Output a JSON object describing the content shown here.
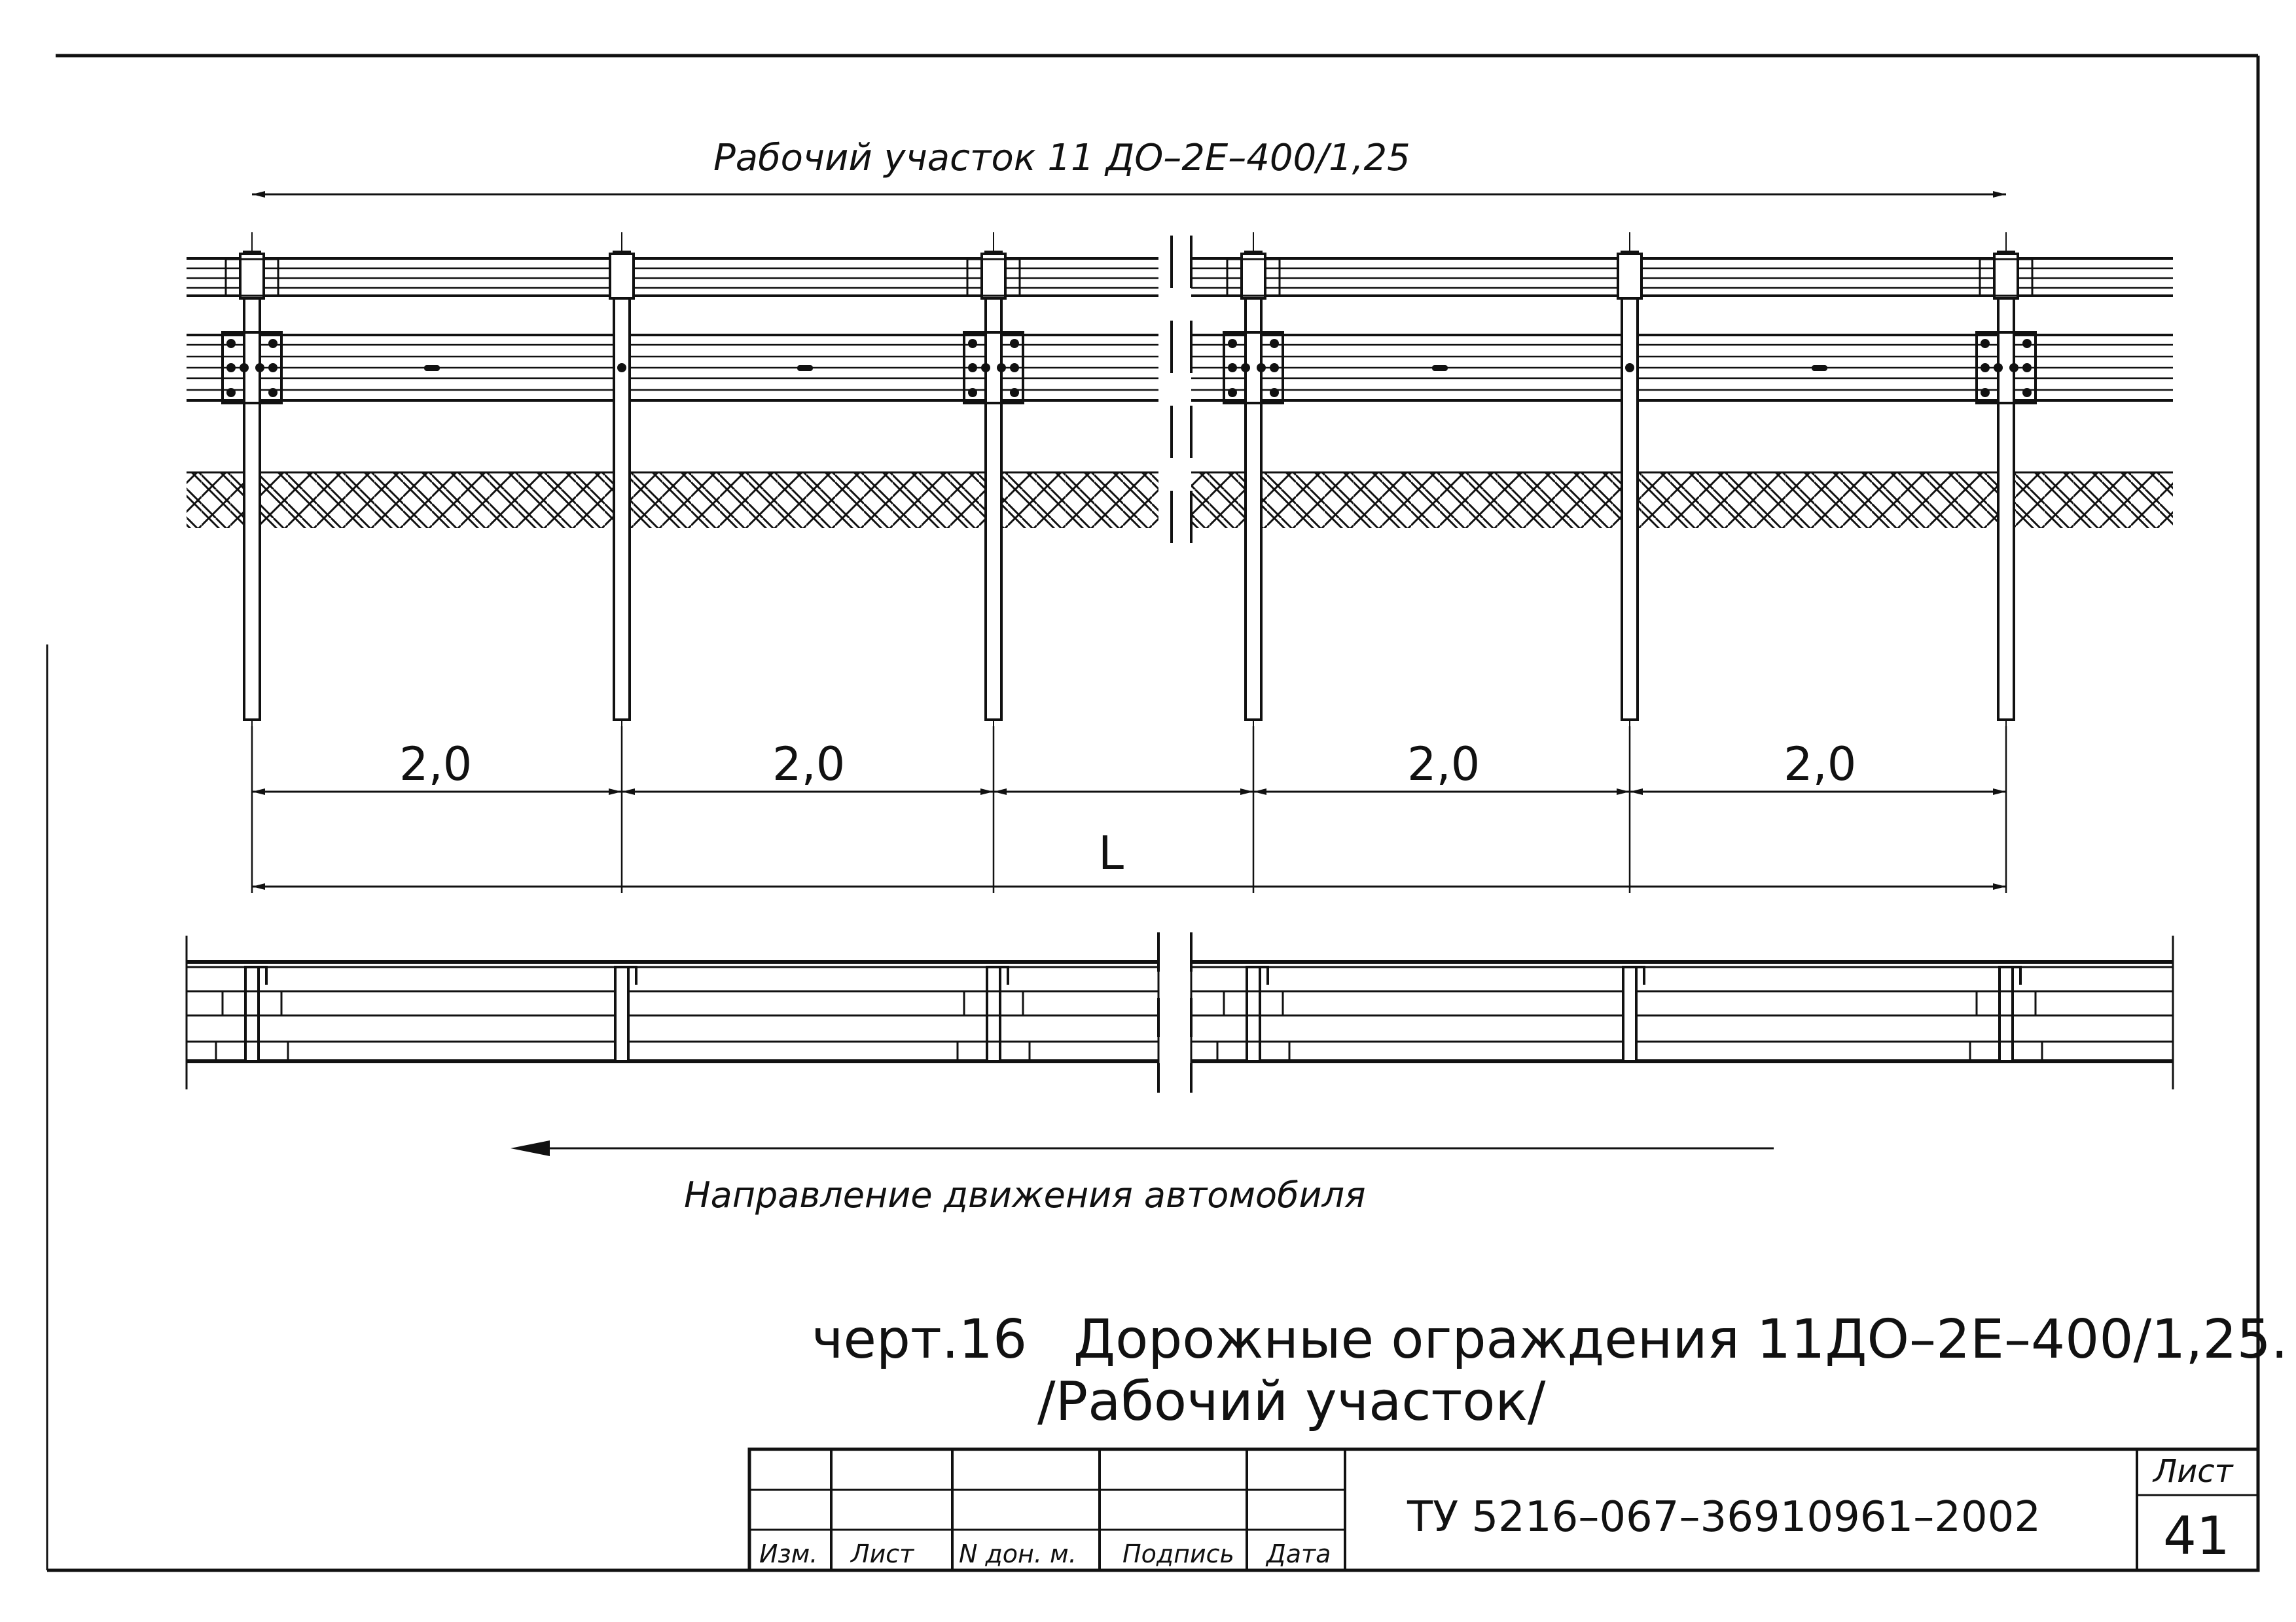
{
  "top_dimension_label": "Рабочий участок 11 ДО–2Е–400/1,25",
  "post_spacing_labels": [
    "2,0",
    "2,0",
    "2,0",
    "2,0"
  ],
  "overall_length_label": "L",
  "direction_label": "Направление движения автомобиля",
  "caption": {
    "drawing_number": "черт.16",
    "title_line1": "Дорожные ограждения 11ДО–2Е–400/1,25.",
    "title_line2": "/Рабочий участок/"
  },
  "title_block": {
    "columns": [
      "Изм.",
      "Лист",
      "N дон. м.",
      "Подпись",
      "Дата"
    ],
    "document_code": "ТУ 5216–067–36910961–2002",
    "sheet_label": "Лист",
    "sheet_number": "41"
  },
  "colors": {
    "ink": "#111111",
    "paper": "#ffffff"
  }
}
